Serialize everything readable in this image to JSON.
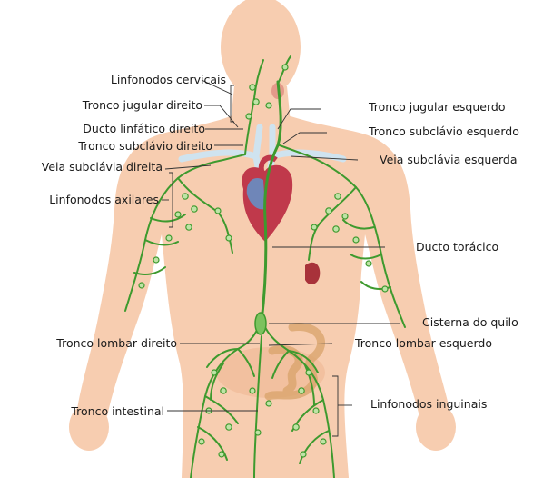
{
  "diagram": {
    "colors": {
      "skin": "#f7cdb0",
      "skin_shadow": "#efb894",
      "lymph": "#3e9a2e",
      "node": "#bfe3a6",
      "vein": "#cfe3ef",
      "heart": "#c0394b",
      "heart_blue": "#6f86b8",
      "spleen": "#a8323a",
      "thyroid": "#e49a8a",
      "intestine": "#d9a36a",
      "leader": "#333333"
    },
    "labels_left": [
      {
        "id": "linfonodos-cervicais",
        "text": "Linfonodos cervicais"
      },
      {
        "id": "tronco-jugular-direito",
        "text": "Tronco jugular direito"
      },
      {
        "id": "ducto-linfatico-direito",
        "text": "Ducto linfático direito"
      },
      {
        "id": "tronco-subclavio-direito",
        "text": "Tronco subclávio direito"
      },
      {
        "id": "veia-subclavia-direita",
        "text": "Veia subclávia direita"
      },
      {
        "id": "linfonodos-axilares",
        "text": "Linfonodos axilares"
      },
      {
        "id": "tronco-lombar-direito",
        "text": "Tronco lombar direito"
      },
      {
        "id": "tronco-intestinal",
        "text": "Tronco intestinal"
      }
    ],
    "labels_right": [
      {
        "id": "tronco-jugular-esquerdo",
        "text": "Tronco jugular esquerdo"
      },
      {
        "id": "tronco-subclavio-esquerdo",
        "text": "Tronco subclávio esquerdo"
      },
      {
        "id": "veia-subclavia-esquerda",
        "text": "Veia subclávia esquerda"
      },
      {
        "id": "ducto-toracico",
        "text": "Ducto torácico"
      },
      {
        "id": "cisterna-do-quilo",
        "text": "Cisterna do quilo"
      },
      {
        "id": "tronco-lombar-esquerdo",
        "text": "Tronco lombar esquerdo"
      },
      {
        "id": "linfonodos-inguinais",
        "text": "Linfonodos inguinais"
      }
    ]
  }
}
